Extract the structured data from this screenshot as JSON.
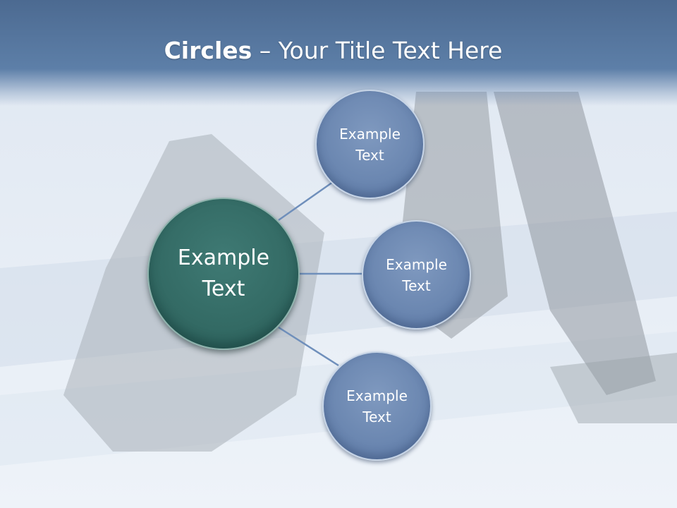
{
  "title": {
    "bold": "Circles",
    "rest": " – Your Title Text Here"
  },
  "diagram": {
    "center": {
      "label": "Example\nText"
    },
    "nodes": [
      {
        "label": "Example\nText"
      },
      {
        "label": "Example\nText"
      },
      {
        "label": "Example\nText"
      }
    ]
  },
  "colors": {
    "header": "#4c6a91",
    "center_circle": "#336a64",
    "outer_circle": "#6a86b0",
    "connector": "#6f8fbb"
  }
}
